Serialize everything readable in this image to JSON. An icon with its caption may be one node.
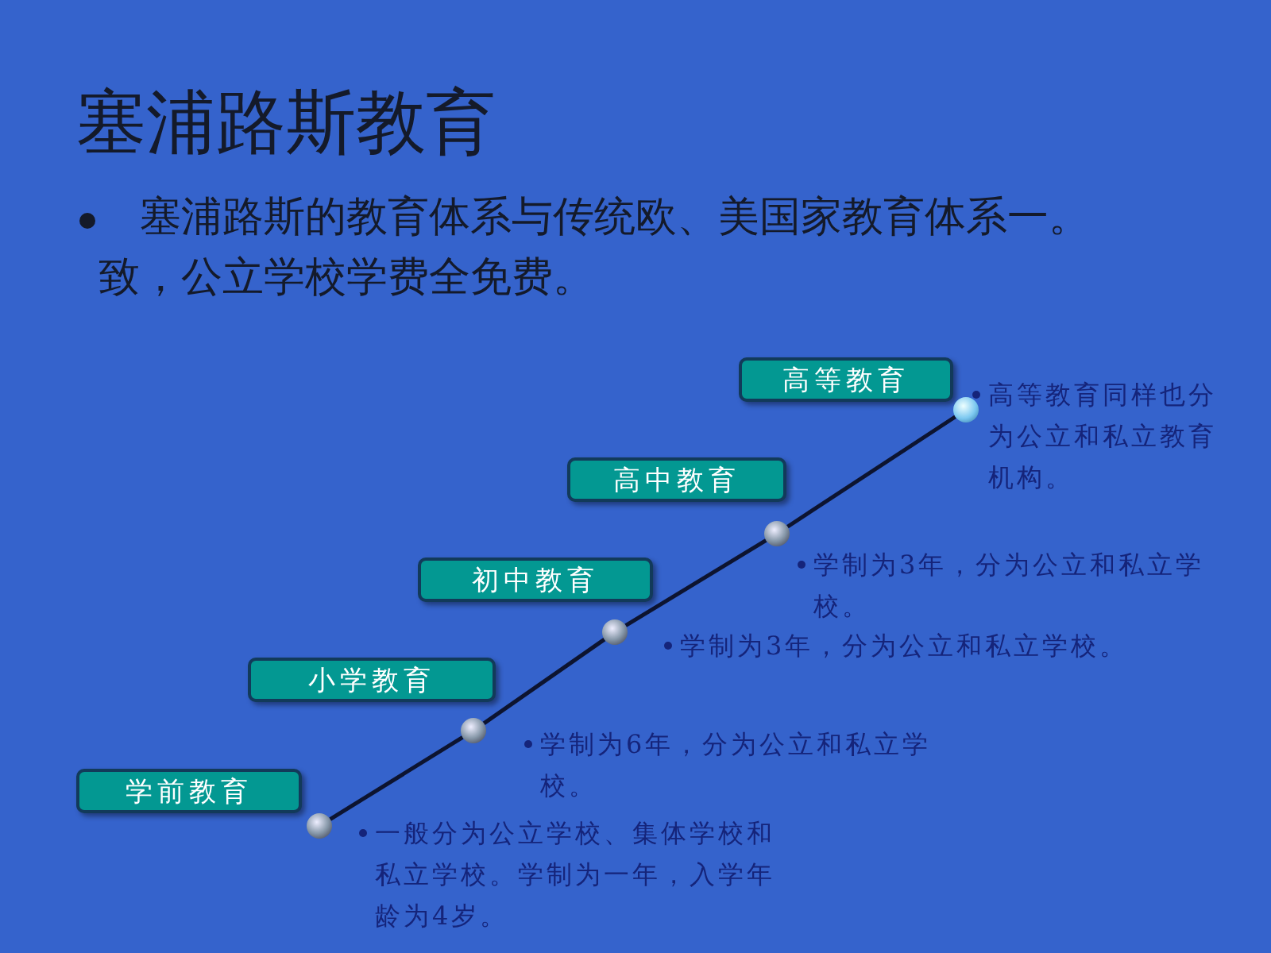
{
  "diagram": {
    "title": "塞浦路斯教育",
    "nodes": [
      {
        "text": [
          "学前教育"
        ]
      },
      {
        "text": [
          "小学教育"
        ]
      },
      {
        "text": [
          "初中教育"
        ]
      },
      {
        "text": [
          "高中教育"
        ]
      },
      {
        "text": [
          "高等教育"
        ]
      },
      {
        "text": [],
        "shape": "circle",
        "beside": [
          "一般分为公立学校、集体学校和私立学校。学制为一年，入学年龄为4岁。"
        ]
      },
      {
        "text": [],
        "shape": "circle",
        "beside": [
          "学制为6年，分为公立和私立学校。"
        ]
      },
      {
        "text": [],
        "shape": "circle",
        "beside": [
          "学制为3年，分为公立和私立学校。"
        ]
      },
      {
        "text": [],
        "shape": "circle",
        "beside": [
          "学制为3年，分为公立和私立学校。"
        ]
      },
      {
        "text": [],
        "shape": "circle",
        "beside": [
          "高等教育同样也分为公立和私立教育机构。"
        ]
      }
    ],
    "edges": [
      {
        "from": 5,
        "to": 6,
        "arrow": "none"
      },
      {
        "from": 6,
        "to": 7,
        "arrow": "none"
      },
      {
        "from": 7,
        "to": 8,
        "arrow": "none"
      },
      {
        "from": 8,
        "to": 9,
        "arrow": "none"
      }
    ],
    "labels": [
      "塞浦路斯的教育体系与传统欧、美国家教育体系一。致，公立学校学费全免费。"
    ]
  }
}
